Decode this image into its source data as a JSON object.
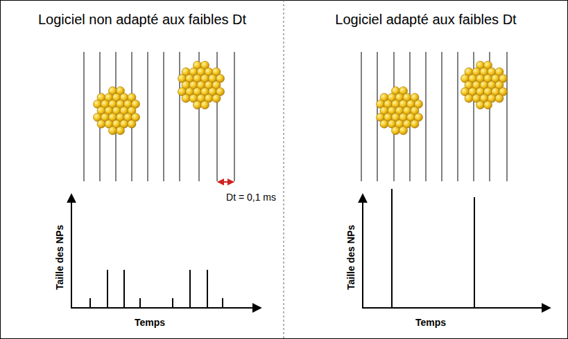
{
  "diagram": {
    "labels": [
      "Logiciel non adapté aux faibles Dt",
      "Logiciel adapté aux faibles Dt",
      "Dt = 0,1 ms",
      "Taille des NPs",
      "Temps",
      "Taille des NPs",
      "Temps"
    ]
  }
}
